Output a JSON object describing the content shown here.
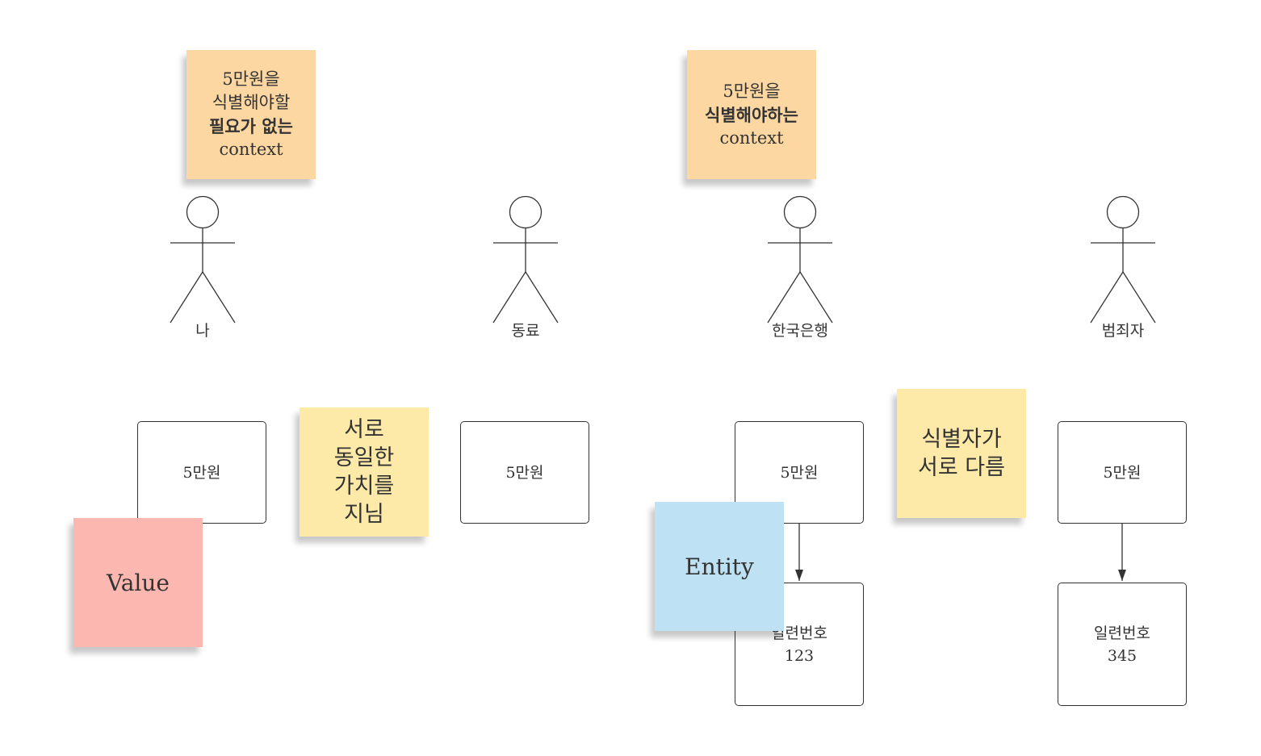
{
  "stickies": {
    "no_id_context": {
      "line1": "5만원을",
      "line2": "식별해야할",
      "line3": "필요가 없는",
      "line4": "context"
    },
    "id_context": {
      "line1": "5만원을",
      "line2": "식별해야하는",
      "line3": "context"
    },
    "same_value": {
      "line1": "서로",
      "line2": "동일한",
      "line3": "가치를",
      "line4": "지님"
    },
    "different_id": {
      "line1": "식별자가",
      "line2": "서로 다름"
    },
    "value": "Value",
    "entity": "Entity"
  },
  "actors": {
    "me": "나",
    "colleague": "동료",
    "bank": "한국은행",
    "criminal": "범죄자"
  },
  "boxes": {
    "money1": "5만원",
    "money2": "5만원",
    "money3": "5만원",
    "money4": "5만원",
    "serial1_label": "일련번호",
    "serial1_value": "123",
    "serial2_label": "일련번호",
    "serial2_value": "345"
  },
  "colors": {
    "orange_note": "#fcd7a1",
    "yellow_note": "#fde9a8",
    "pink_note": "#fcb8b0",
    "blue_note": "#bfe1f4",
    "stroke": "#333333"
  }
}
